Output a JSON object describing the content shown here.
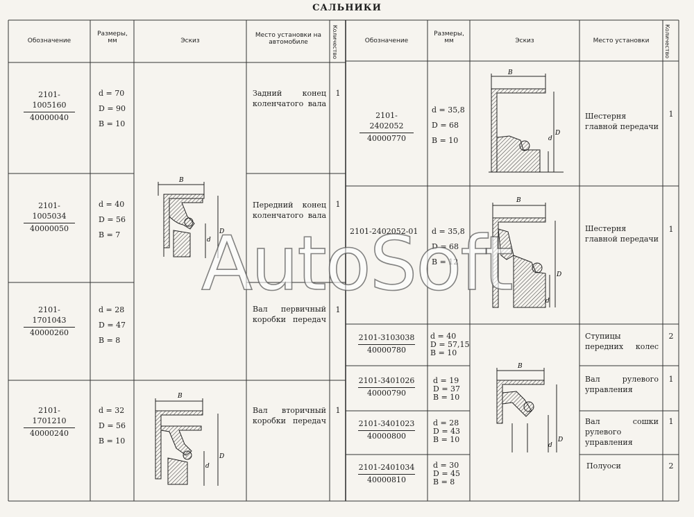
{
  "title": "САЛЬНИКИ",
  "headers": {
    "designation": "Обозначение",
    "sizes": "Размеры, мм",
    "sketch": "Эскиз",
    "place_left": "Место установки на автомобиле",
    "place_right": "Место установки",
    "qty_left": "Количество",
    "qty_right": "Количество"
  },
  "left_rows": [
    {
      "code_top": "2101-1005160",
      "code_bot": "40000040",
      "d": "d = 70",
      "D": "D = 90",
      "B": "B = 10",
      "place": "Задний конец коленчатого вала",
      "qty": "1"
    },
    {
      "code_top": "2101-1005034",
      "code_bot": "40000050",
      "d": "d = 40",
      "D": "D = 56",
      "B": "B = 7",
      "place": "Передний конец коленчатого вала",
      "qty": "1"
    },
    {
      "code_top": "2101-1701043",
      "code_bot": "40000260",
      "d": "d = 28",
      "D": "D = 47",
      "B": "B = 8",
      "place": "Вал первичный коробки передач",
      "qty": "1"
    },
    {
      "code_top": "2101-1701210",
      "code_bot": "40000240",
      "d": "d = 32",
      "D": "D = 56",
      "B": "B = 10",
      "place": "Вал вторичный коробки передач",
      "qty": "1"
    }
  ],
  "right_rows": [
    {
      "code_top": "2101-2402052",
      "code_bot": "40000770",
      "d": "d = 35,8",
      "D": "D = 68",
      "B": "B = 10",
      "place": "Шестерня главной передачи",
      "qty": "1"
    },
    {
      "code_top": "2101-2402052-01",
      "code_bot": "",
      "d": "d = 35,8",
      "D": "D = 68",
      "B": "B = 12",
      "place": "Шестерня главной передачи",
      "qty": "1"
    },
    {
      "code_top": "2101-3103038",
      "code_bot": "40000780",
      "d": "d = 40",
      "D": "D = 57,15",
      "B": "B = 10",
      "place": "Ступицы передних колес",
      "qty": "2"
    },
    {
      "code_top": "2101-3401026",
      "code_bot": "40000790",
      "d": "d = 19",
      "D": "D = 37",
      "B": "B = 10",
      "place": "Вал рулевого управления",
      "qty": "1"
    },
    {
      "code_top": "2101-3401023",
      "code_bot": "40000800",
      "d": "d = 28",
      "D": "D = 43",
      "B": "B = 10",
      "place": "Вал сошки рулевого управления",
      "qty": "1"
    },
    {
      "code_top": "2101-2401034",
      "code_bot": "40000810",
      "d": "d = 30",
      "D": "D = 45",
      "B": "B = 8",
      "place": "Полуоси",
      "qty": "2"
    }
  ],
  "sketch_labels": {
    "B": "B",
    "D": "D",
    "d": "d"
  },
  "watermark": "AutoSoft"
}
